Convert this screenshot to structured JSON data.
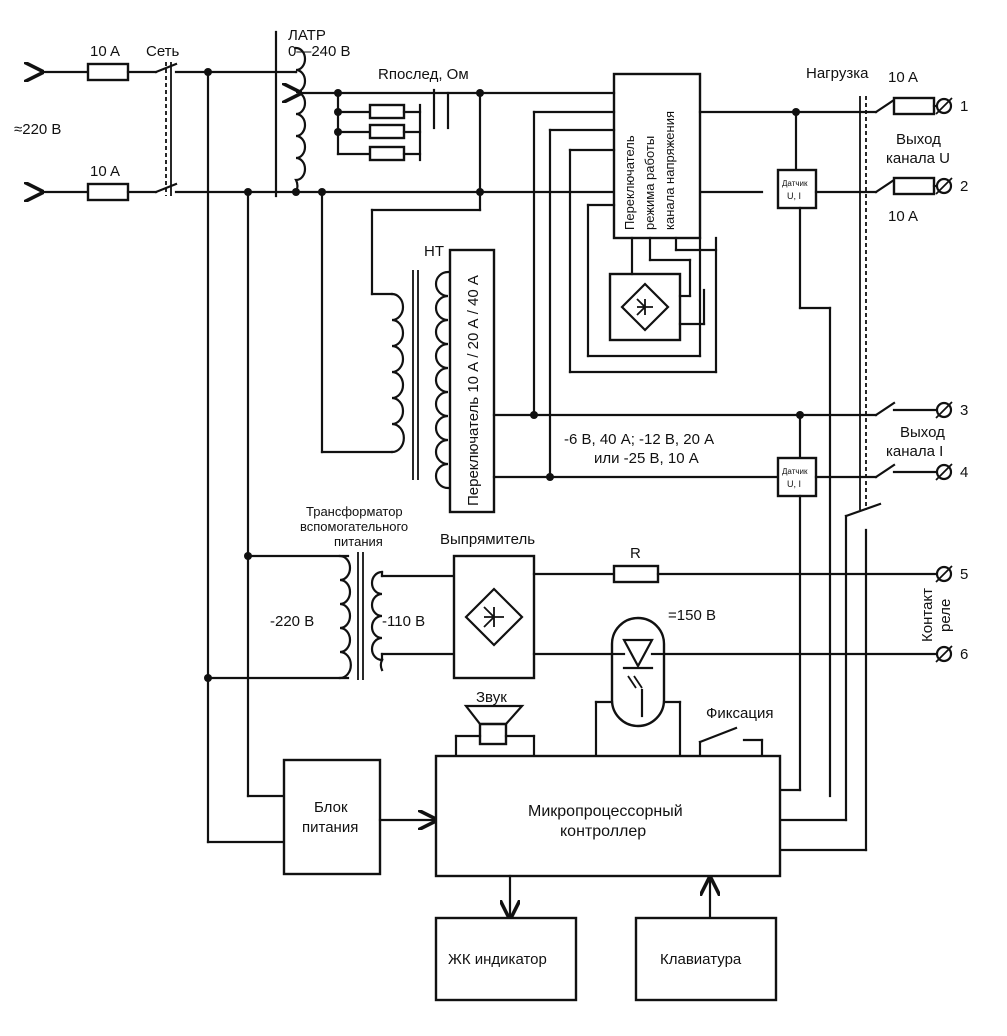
{
  "labels": {
    "fuse_top": "10 A",
    "fuse_bottom": "10 A",
    "mains_switch": "Сеть",
    "mains_voltage": "≈220 В",
    "latr_title": "ЛАТР",
    "latr_range": "0—240 В",
    "r_series": "Rпослед, Ом",
    "load": "Нагрузка",
    "fuse_out1": "10 A",
    "fuse_out2": "10 A",
    "output_u_line1": "Выход",
    "output_u_line2": "канала U",
    "switch_u_line1": "Переключатель",
    "switch_u_line2": "режима работы",
    "switch_u_line3": "канала напряжения",
    "sensor_top_line1": "Датчик",
    "sensor_top_line2": "U, I",
    "sensor_bottom_line1": "Датчик",
    "sensor_bottom_line2": "U, I",
    "nt": "НТ",
    "current_switch": "Переключатель 10 А / 20 А / 40 А",
    "current_ranges_line1": "-6 В, 40 А; -12 В, 20 А",
    "current_ranges_line2": "или -25 В, 10 А",
    "output_i_line1": "Выход",
    "output_i_line2": "канала I",
    "aux_transformer_line1": "Трансформатор",
    "aux_transformer_line2": "вспомогательного",
    "aux_transformer_line3": "питания",
    "rectifier": "Выпрямитель",
    "resistor_r": "R",
    "v220": "-220 В",
    "v110": "-110 В",
    "v150": "=150 В",
    "relay_contact_line1": "Контакт",
    "relay_contact_line2": "реле",
    "sound": "Звук",
    "fixation": "Фиксация",
    "psu_line1": "Блок",
    "psu_line2": "питания",
    "mcu_line1": "Микропроцессорный",
    "mcu_line2": "контроллер",
    "lcd": "ЖК индикатор",
    "keyboard": "Клавиатура"
  },
  "terminals": [
    "1",
    "2",
    "3",
    "4",
    "5",
    "6"
  ]
}
